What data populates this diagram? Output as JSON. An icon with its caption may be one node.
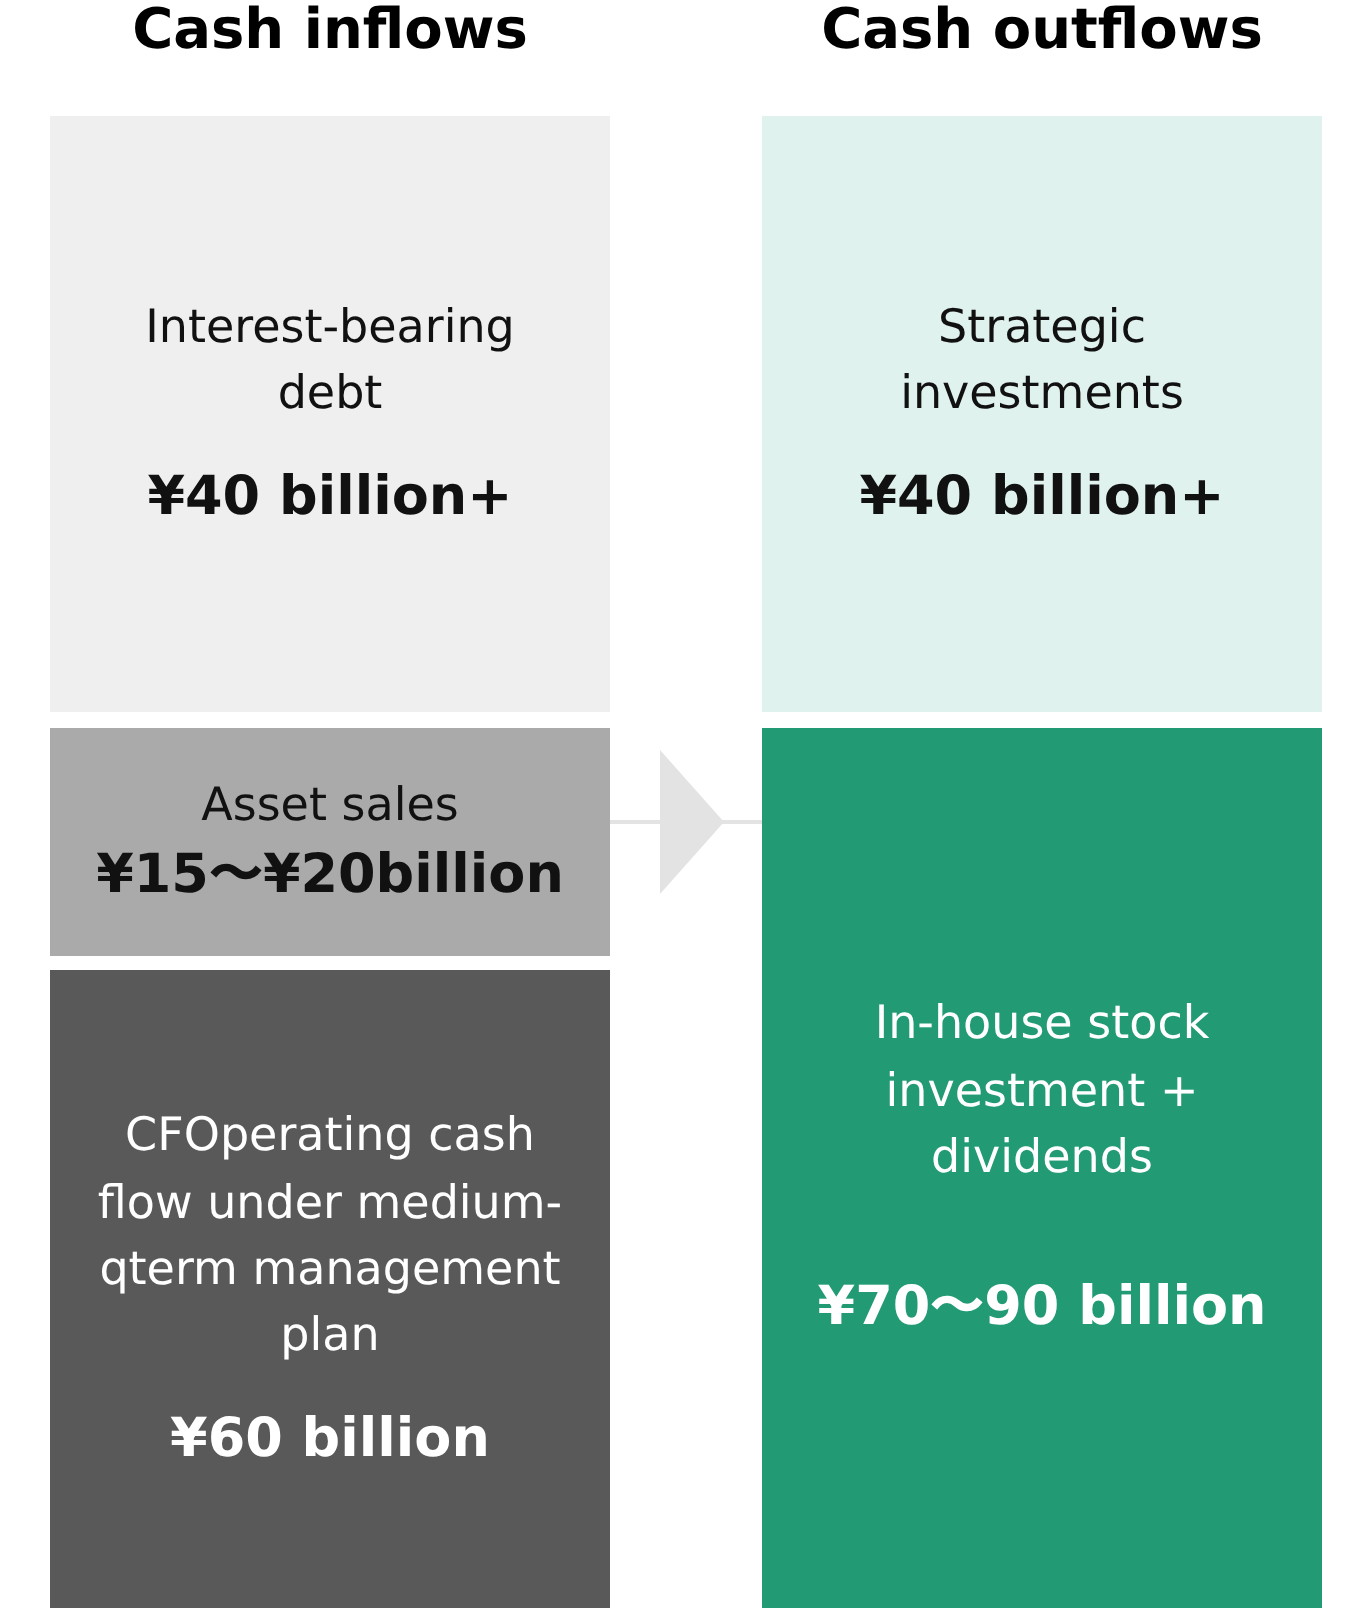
{
  "diagram": {
    "nodes": [
      {
        "text": [
          "Interest-bearing debt",
          "¥40 billion+"
        ]
      },
      {
        "text": [
          "Asset sales",
          "¥15〜¥20billion"
        ]
      },
      {
        "text": [
          "CFOperating cash flow under medium- qterm management plan",
          "¥60 billion"
        ]
      },
      {
        "text": [
          "Strategic investments",
          "¥40 billion+"
        ]
      },
      {
        "text": [
          "In-house stock investment + dividends",
          "¥70〜90 billion"
        ]
      }
    ],
    "edges": [
      {
        "from": 1,
        "to": 4,
        "arrow": "to"
      }
    ],
    "labels": [
      "Cash inflows",
      "Cash outflows"
    ]
  }
}
